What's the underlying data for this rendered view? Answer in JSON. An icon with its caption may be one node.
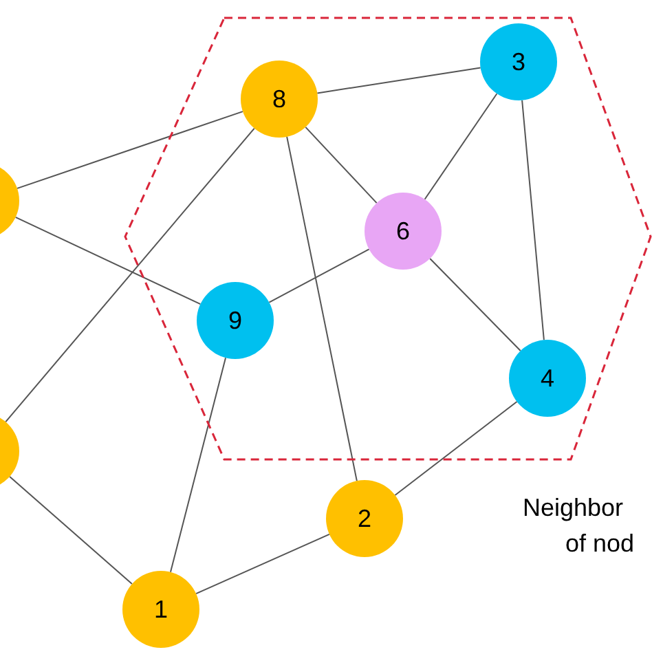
{
  "diagram": {
    "nodes": [
      {
        "text": [],
        "shape": "hexagon"
      },
      {
        "text": [
          "8"
        ],
        "in": 0
      },
      {
        "text": [
          "3"
        ],
        "in": 0
      },
      {
        "text": [],
        "shape": "circle"
      },
      {
        "text": [
          "6"
        ],
        "in": 0
      },
      {
        "text": [
          "9"
        ],
        "in": 0
      },
      {
        "text": [
          "4"
        ],
        "in": 0
      },
      {
        "text": [],
        "shape": "circle"
      },
      {
        "text": [
          "2"
        ]
      },
      {
        "text": [
          "1"
        ]
      }
    ],
    "edges": [
      {
        "from": 1,
        "to": 2,
        "arrow": "none"
      },
      {
        "from": 3,
        "to": 1,
        "arrow": "none"
      },
      {
        "from": 1,
        "to": 4,
        "arrow": "none"
      },
      {
        "from": 1,
        "to": 8,
        "arrow": "none"
      },
      {
        "from": 1,
        "to": 7,
        "arrow": "none"
      },
      {
        "from": 3,
        "to": 5,
        "arrow": "none"
      },
      {
        "from": 2,
        "to": 4,
        "arrow": "none"
      },
      {
        "from": 2,
        "to": 6,
        "arrow": "none"
      },
      {
        "from": 4,
        "to": 5,
        "arrow": "none"
      },
      {
        "from": 4,
        "to": 6,
        "arrow": "none"
      },
      {
        "from": 5,
        "to": 9,
        "arrow": "none"
      },
      {
        "from": 7,
        "to": 9,
        "arrow": "none"
      },
      {
        "from": 9,
        "to": 8,
        "arrow": "none"
      },
      {
        "from": 8,
        "to": 6,
        "arrow": "none"
      }
    ],
    "labels": [
      "Neighbor",
      "of nod"
    ]
  }
}
